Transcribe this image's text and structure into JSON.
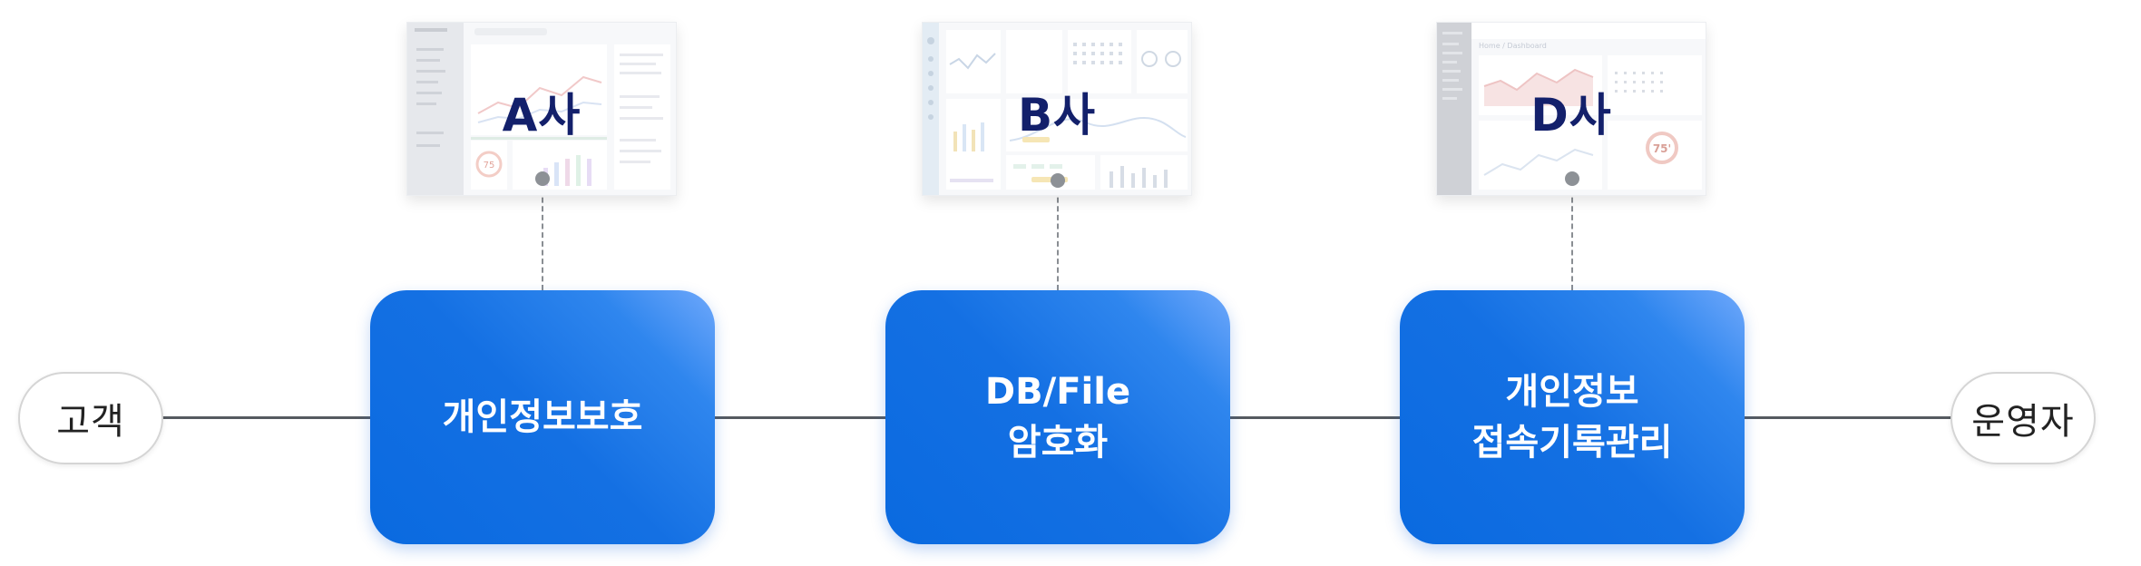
{
  "ends": {
    "left": "고객",
    "right": "운영자"
  },
  "boxes": [
    {
      "line1": "개인정보보호",
      "line2": ""
    },
    {
      "line1": "DB/File",
      "line2": "암호화"
    },
    {
      "line1": "개인정보",
      "line2": "접속기록관리"
    }
  ],
  "companies": [
    "A사",
    "B사",
    "D사"
  ],
  "thumbs": {
    "a_gauge": "75",
    "d_gauge": "75'",
    "d_breadcrumb": "Home / Dashboard"
  },
  "colors": {
    "box_blue": "#0a6ae0",
    "box_highlight": "#6fa8fb",
    "label_navy": "#13206b",
    "line": "#555a60"
  }
}
